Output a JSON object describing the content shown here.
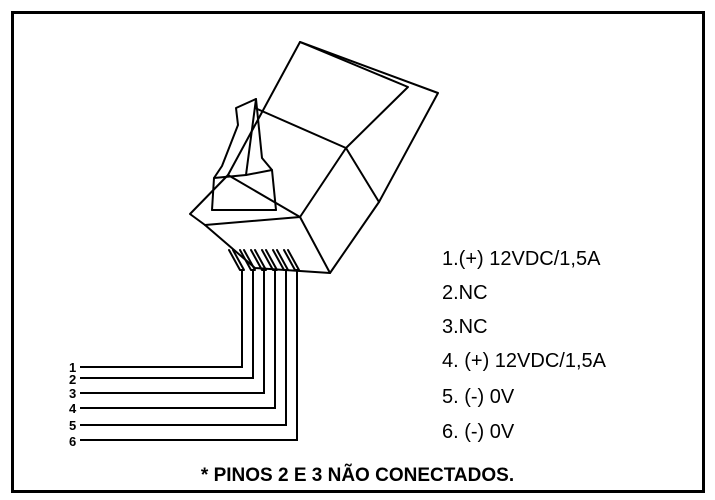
{
  "pin_descriptions": [
    "1.(+) 12VDC/1,5A",
    "2.NC",
    "3.NC",
    "4. (+) 12VDC/1,5A",
    "5. (-) 0V",
    "6. (-) 0V"
  ],
  "wire_numbers": [
    "1",
    "2",
    "3",
    "4",
    "5",
    "6"
  ],
  "footnote": "* PINOS 2 E 3 NÃO CONECTADOS.",
  "colors": {
    "line": "#000000",
    "background": "#ffffff"
  }
}
